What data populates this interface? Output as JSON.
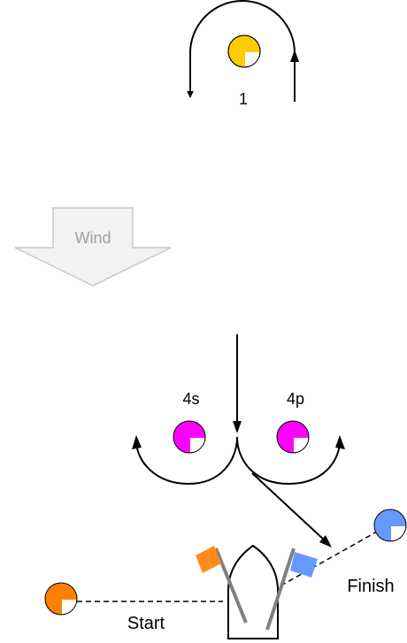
{
  "course": {
    "marks": [
      {
        "id": "1",
        "label": "1",
        "color": "#ffcc00"
      },
      {
        "id": "4s",
        "label": "4s",
        "color": "#ff00ff"
      },
      {
        "id": "4p",
        "label": "4p",
        "color": "#ff00ff"
      }
    ],
    "wind": {
      "label": "Wind",
      "fill": "#f2f2f2",
      "stroke": "#c8c8c8",
      "text_color": "#a0a0a0"
    },
    "start": {
      "label": "Start",
      "pin_color": "#ff8000",
      "flag_color": "#ff8c1a"
    },
    "finish": {
      "label": "Finish",
      "pin_color": "#6699ff",
      "flag_color": "#6699ff"
    },
    "committee_boat": {
      "pole_color": "#808080"
    },
    "line_color": "#000000"
  }
}
